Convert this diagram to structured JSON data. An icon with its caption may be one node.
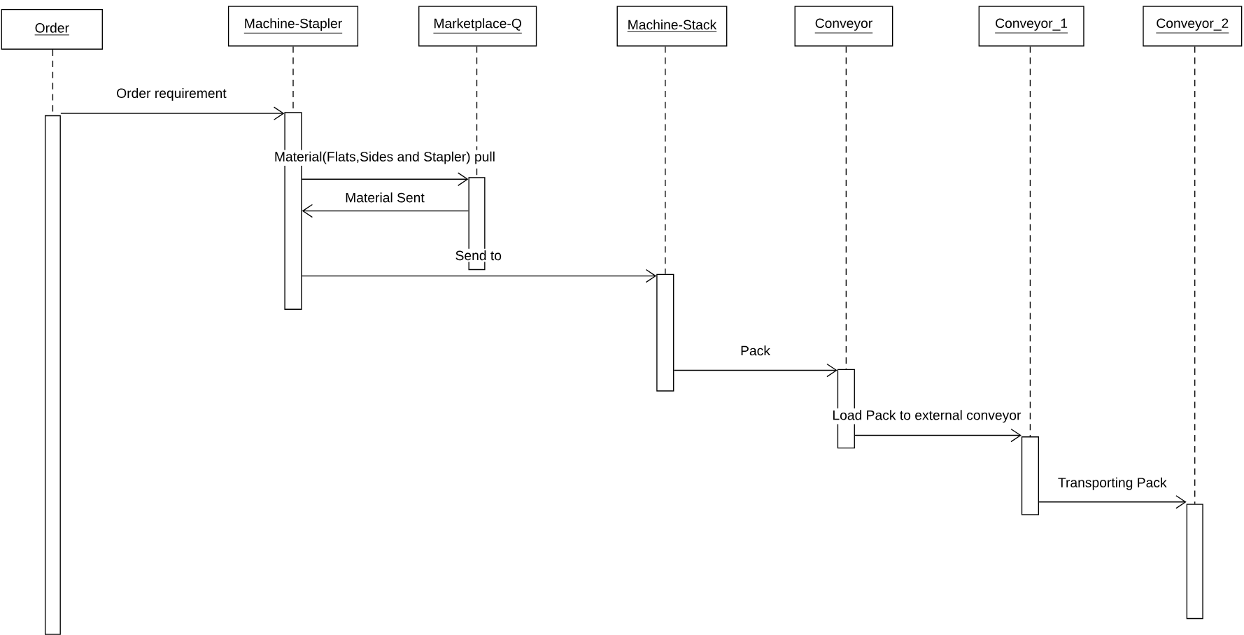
{
  "diagram": {
    "nodes": [
      {
        "text": [
          "Order"
        ]
      },
      {
        "text": [
          "Machine-Stapler"
        ]
      },
      {
        "text": [
          "Marketplace-Q"
        ]
      },
      {
        "text": [
          "Machine-Stack"
        ]
      },
      {
        "text": [
          "Conveyor"
        ]
      },
      {
        "text": [
          "Conveyor_1"
        ]
      },
      {
        "text": [
          "Conveyor_2"
        ]
      },
      {
        "text": [],
        "shape": "bar"
      },
      {
        "text": [],
        "shape": "bar"
      },
      {
        "text": [],
        "shape": "bar"
      },
      {
        "text": [],
        "shape": "bar"
      },
      {
        "text": [],
        "shape": "bar"
      },
      {
        "text": [],
        "shape": "bar"
      },
      {
        "text": [],
        "shape": "bar"
      }
    ],
    "edges": [
      {
        "from": 0,
        "to": 7,
        "arrow": "none",
        "style": "dashed"
      },
      {
        "from": 1,
        "to": 8,
        "arrow": "none",
        "style": "dashed"
      },
      {
        "from": 2,
        "to": 9,
        "arrow": "none",
        "style": "dashed"
      },
      {
        "from": 3,
        "to": 10,
        "arrow": "none",
        "style": "dashed"
      },
      {
        "from": 4,
        "to": 11,
        "arrow": "none",
        "style": "dashed"
      },
      {
        "from": 5,
        "to": 12,
        "arrow": "none",
        "style": "dashed"
      },
      {
        "from": 6,
        "to": 13,
        "arrow": "none",
        "style": "dashed"
      },
      {
        "from": 7,
        "to": 8,
        "arrow": "to",
        "label": "Order requirement"
      },
      {
        "from": 8,
        "to": 9,
        "arrow": "to",
        "label": "Material(Flats,Sides and Stapler) pull"
      },
      {
        "from": 9,
        "to": 8,
        "arrow": "to",
        "label": "Material Sent"
      },
      {
        "from": 8,
        "to": 10,
        "arrow": "to",
        "label": "Send to"
      },
      {
        "from": 10,
        "to": 11,
        "arrow": "to",
        "label": "Pack"
      },
      {
        "from": 11,
        "to": 12,
        "arrow": "to",
        "label": "Load Pack to external conveyor"
      },
      {
        "from": 12,
        "to": 13,
        "arrow": "to",
        "label": "Transporting Pack"
      }
    ]
  }
}
